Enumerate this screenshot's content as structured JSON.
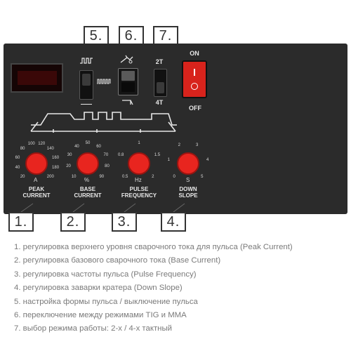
{
  "callouts": {
    "c5": "5.",
    "c6": "6.",
    "c7": "7.",
    "c1": "1.",
    "c2": "2.",
    "c3": "3.",
    "c4": "4."
  },
  "panel": {
    "power_on": "ON",
    "power_off": "OFF",
    "mode_2t": "2T",
    "mode_4t": "4T"
  },
  "knobs": [
    {
      "label_l1": "PEAK",
      "label_l2": "CURRENT",
      "unit": "A",
      "ticks": [
        "20",
        "40",
        "60",
        "80",
        "100",
        "120",
        "140",
        "160",
        "180",
        "200"
      ]
    },
    {
      "label_l1": "BASE",
      "label_l2": "CURRENT",
      "unit": "%",
      "ticks": [
        "10",
        "20",
        "30",
        "40",
        "50",
        "60",
        "70",
        "80",
        "90"
      ]
    },
    {
      "label_l1": "PULSE",
      "label_l2": "FREQUENCY",
      "unit": "Hz",
      "ticks": [
        "0.5",
        "0.8",
        "1",
        "1.5",
        "2"
      ]
    },
    {
      "label_l1": "DOWN",
      "label_l2": "SLOPE",
      "unit": "S",
      "ticks": [
        "0",
        "1",
        "2",
        "3",
        "4",
        "5"
      ]
    }
  ],
  "legend": [
    "1. регулировка верхнего уровня сварочного тока для пульса (Peak Current)",
    "2. регулировка базового сварочного тока (Base Current)",
    "3. регулировка частоты пульса (Pulse Frequency)",
    "4. регулировка заварки кратера (Down Slope)",
    "5. настройка формы пульса / выключение пульса",
    "6. переключение между режимами TIG и MMA",
    "7. выбор режима работы: 2-х / 4-х тактный"
  ],
  "colors": {
    "panel": "#2b2b2b",
    "knob": "#e8251f",
    "power_switch": "#d8231c",
    "legend_text": "#7a7a7a"
  },
  "icons": {
    "pulse_on": "pulse-square-wave-icon",
    "pulse_fast": "pulse-fast-wave-icon",
    "mma": "electrode-holder-icon",
    "tig": "tig-torch-icon",
    "waveform": "welding-cycle-waveform-icon"
  }
}
